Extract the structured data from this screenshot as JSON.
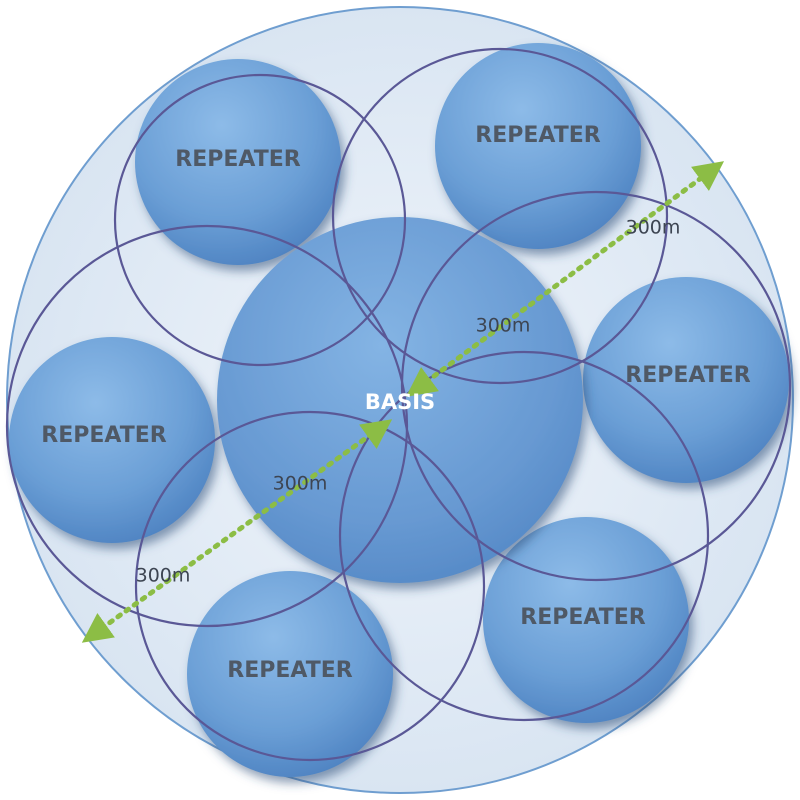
{
  "diagram": {
    "basis": {
      "label": "BASIS"
    },
    "repeaters": [
      {
        "label": "REPEATER"
      },
      {
        "label": "REPEATER"
      },
      {
        "label": "REPEATER"
      },
      {
        "label": "REPEATER"
      },
      {
        "label": "REPEATER"
      },
      {
        "label": "REPEATER"
      }
    ],
    "distances": [
      {
        "label": "300m"
      },
      {
        "label": "300m"
      },
      {
        "label": "300m"
      },
      {
        "label": "300m"
      }
    ]
  },
  "colors": {
    "outer_fill": "#e6eef7",
    "outer_stroke": "#6f9ed0",
    "disc_fill": "#6b9fd6",
    "disc_shadow": "#2f4f7a",
    "range_ring": "#5a5896",
    "arrow": "#8cbd45"
  }
}
